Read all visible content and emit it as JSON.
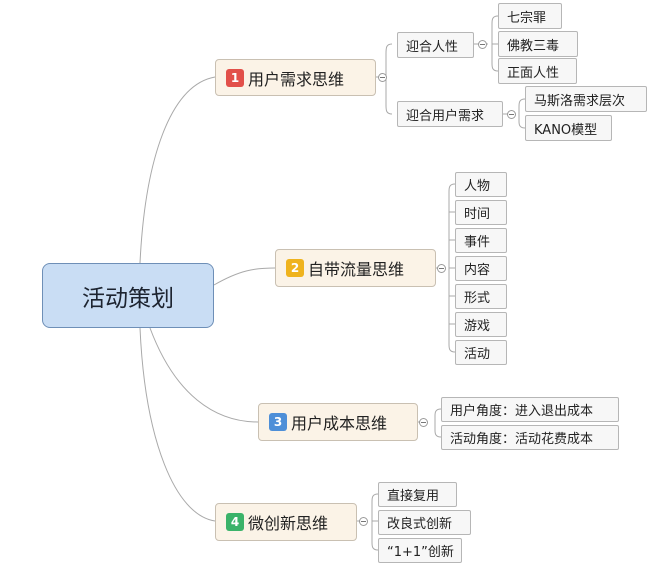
{
  "root": {
    "label": "活动策划"
  },
  "colors": {
    "badge1": "#e2504a",
    "badge2": "#efb31e",
    "badge3": "#4e8fd8",
    "badge4": "#3bb36a",
    "root_fill": "#c9ddf4"
  },
  "branches": [
    {
      "num": "1",
      "label": "用户需求思维",
      "children": [
        {
          "label": "迎合人性",
          "children": [
            "七宗罪",
            "佛教三毒",
            "正面人性"
          ]
        },
        {
          "label": "迎合用户需求",
          "children": [
            "马斯洛需求层次",
            "KANO模型"
          ]
        }
      ]
    },
    {
      "num": "2",
      "label": "自带流量思维",
      "children": [
        "人物",
        "时间",
        "事件",
        "内容",
        "形式",
        "游戏",
        "活动"
      ]
    },
    {
      "num": "3",
      "label": "用户成本思维",
      "children": [
        "用户角度：进入退出成本",
        "活动角度：活动花费成本"
      ]
    },
    {
      "num": "4",
      "label": "微创新思维",
      "children": [
        "直接复用",
        "改良式创新",
        "“1+1”创新"
      ]
    }
  ]
}
